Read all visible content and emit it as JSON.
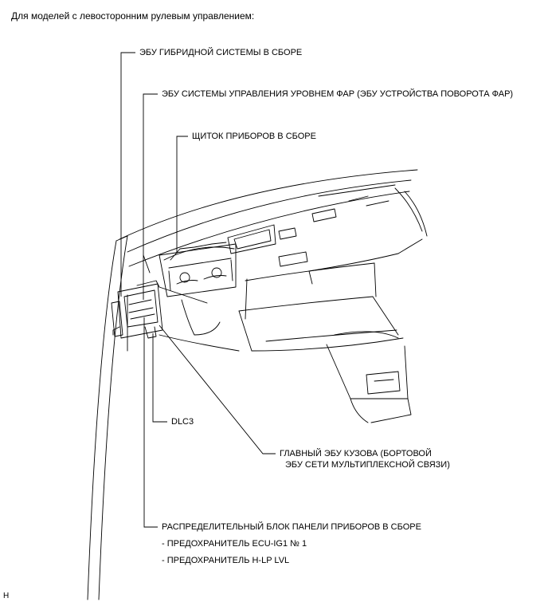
{
  "heading": "Для моделей с левосторонним рулевым управлением:",
  "labels": {
    "hybrid_ecu": "ЭБУ ГИБРИДНОЙ СИСТЕМЫ В СБОРЕ",
    "headlamp_ecu": "ЭБУ СИСТЕМЫ УПРАВЛЕНИЯ УРОВНЕМ ФАР (ЭБУ УСТРОЙСТВА ПОВОРОТА ФАР)",
    "combination_meter": "ЩИТОК ПРИБОРОВ В СБОРЕ",
    "dlc3": "DLC3",
    "main_body_ecu_line1": "ГЛАВНЫЙ ЭБУ КУЗОВА (БОРТОВОЙ",
    "main_body_ecu_line2": "ЭБУ СЕТИ МУЛЬТИПЛЕКСНОЙ СВЯЗИ)",
    "junction_block": "РАСПРЕДЕЛИТЕЛЬНЫЙ БЛОК ПАНЕЛИ ПРИБОРОВ В СБОРЕ",
    "fuse_1": "- ПРЕДОХРАНИТЕЛЬ ECU-IG1 № 1",
    "fuse_2": "- ПРЕДОХРАНИТЕЛЬ H-LP LVL"
  },
  "corner_code": "H"
}
